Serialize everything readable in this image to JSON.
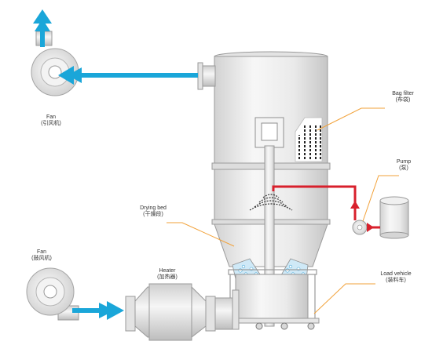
{
  "labels": {
    "fan_top": {
      "en": "Fan",
      "zh": "(引风机)"
    },
    "bag_filter": {
      "en": "Bag filter",
      "zh": "(布袋)"
    },
    "pump": {
      "en": "Pump",
      "zh": "(泵)"
    },
    "drying_bed": {
      "en": "Drying bed",
      "zh": "(干燥段)"
    },
    "fan_bottom": {
      "en": "Fan",
      "zh": "(鼓风机)"
    },
    "heater": {
      "en": "Heater",
      "zh": "(加热器)"
    },
    "load_vehicle": {
      "en": "Load vehicle",
      "zh": "(装料车)"
    }
  },
  "colors": {
    "airflow": "#1aa6d9",
    "liquid": "#d8202c",
    "leader": "#f2a23a",
    "equipment_body": "#ececec",
    "equipment_edge": "#9a9a9a"
  },
  "icons": [
    "fan-top-icon",
    "fan-bottom-icon",
    "pump-icon",
    "liquid-tank-icon",
    "spray-nozzle-icon",
    "bag-filter-icon"
  ]
}
